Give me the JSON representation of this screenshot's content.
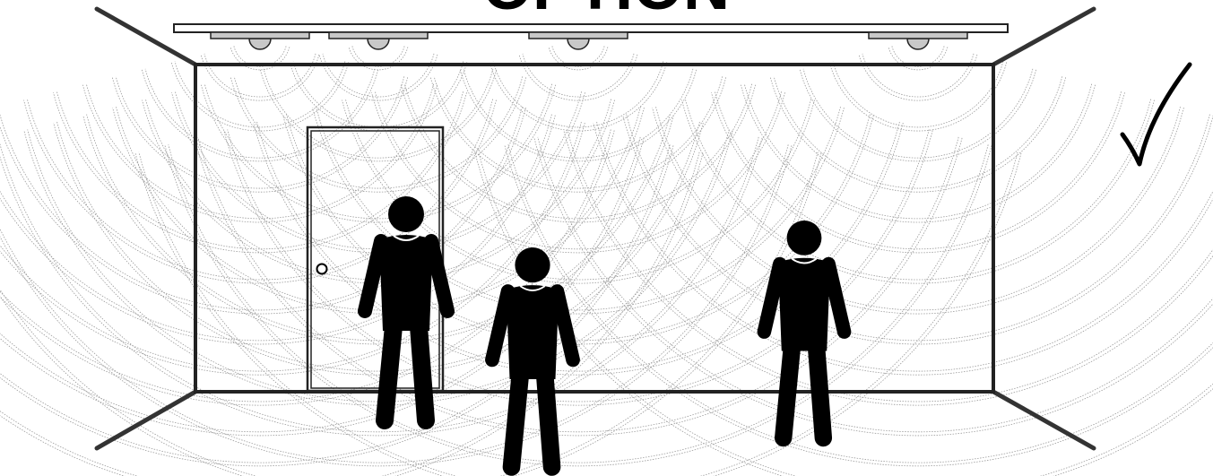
{
  "title": "OPTION",
  "colors": {
    "stroke": "#333333",
    "figure": "#000000",
    "speaker": "#c8c8c8",
    "sound_wave": "#9a9a9a",
    "background": "#ffffff"
  },
  "icons": {
    "mark": "checkmark-icon",
    "speaker": "ceiling-speaker-icon",
    "person": "person-silhouette-icon",
    "door": "door-icon"
  },
  "speaker_count": 4,
  "person_count": 3,
  "verdict": "approved"
}
